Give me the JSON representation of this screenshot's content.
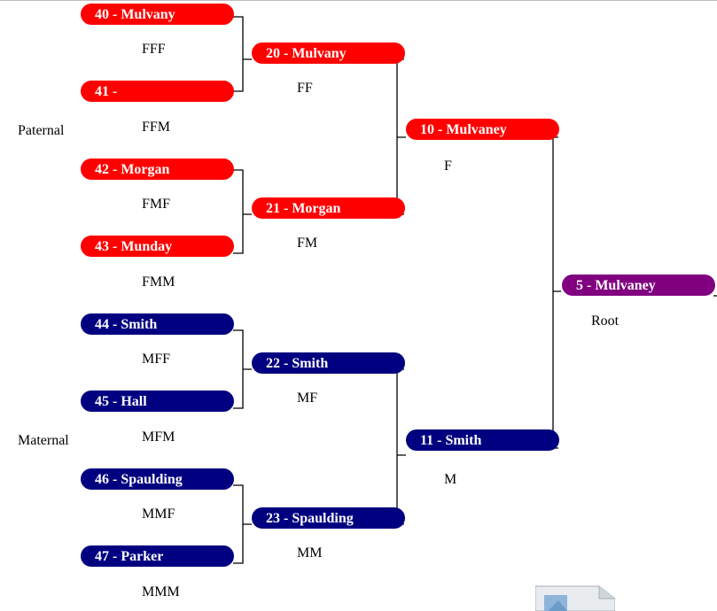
{
  "side_labels": {
    "paternal": "Paternal",
    "maternal": "Maternal"
  },
  "colors": {
    "paternal": "#ff0000",
    "maternal": "#000080",
    "root": "#800080"
  },
  "gen4": [
    {
      "label": "40 - Mulvany",
      "code": "FFF"
    },
    {
      "label": "41 - ",
      "code": "FFM"
    },
    {
      "label": "42 - Morgan",
      "code": "FMF"
    },
    {
      "label": "43 - Munday",
      "code": "FMM"
    },
    {
      "label": "44 - Smith",
      "code": "MFF"
    },
    {
      "label": "45 - Hall",
      "code": "MFM"
    },
    {
      "label": "46 - Spaulding",
      "code": "MMF"
    },
    {
      "label": "47 - Parker",
      "code": "MMM"
    }
  ],
  "gen3": [
    {
      "label": "20 - Mulvany",
      "code": "FF"
    },
    {
      "label": "21 - Morgan",
      "code": "FM"
    },
    {
      "label": "22 - Smith",
      "code": "MF"
    },
    {
      "label": "23 - Spaulding",
      "code": "MM"
    }
  ],
  "gen2": [
    {
      "label": "10 - Mulvaney",
      "code": "F"
    },
    {
      "label": "11 - Smith",
      "code": "M"
    }
  ],
  "root": {
    "label": "5 - Mulvaney",
    "code": "Root"
  },
  "broken_image_icon": "broken-image-icon"
}
